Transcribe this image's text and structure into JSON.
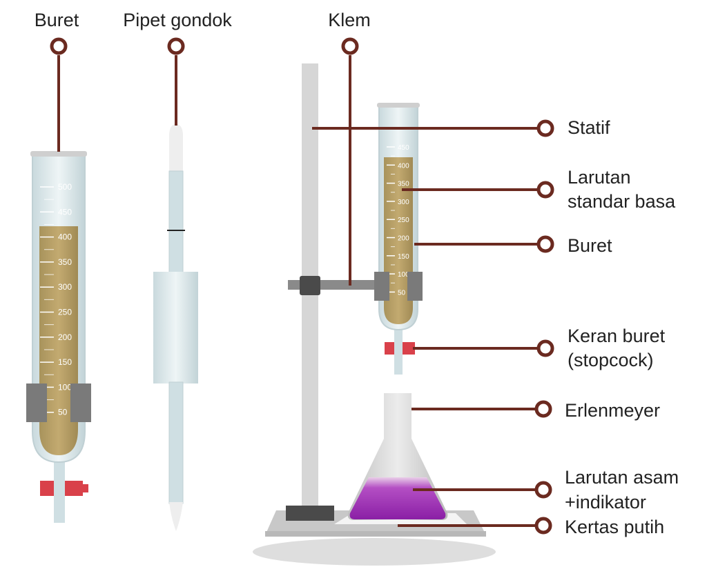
{
  "labels": {
    "buret_top": "Buret",
    "pipet": "Pipet gondok",
    "klem": "Klem",
    "statif": "Statif",
    "larutan_standar_1": "Larutan",
    "larutan_standar_2": "standar basa",
    "buret_right": "Buret",
    "keran_1": "Keran buret",
    "keran_2": "(stopcock)",
    "erlenmeyer": "Erlenmeyer",
    "asam_1": "Larutan asam",
    "asam_2": "+indikator",
    "kertas": "Kertas putih"
  },
  "buret_left_ticks": [
    "500",
    "450",
    "400",
    "350",
    "300",
    "250",
    "200",
    "150",
    "100",
    "50"
  ],
  "buret_right_ticks": [
    "450",
    "400",
    "350",
    "300",
    "250",
    "200",
    "150",
    "100",
    "50"
  ],
  "colors": {
    "pointer": "#6b2a20",
    "liquid": "#b39a5f",
    "glass": "#cfdfe3",
    "clamp": "#7a7a7a",
    "stopcock": "#d9414a",
    "indicator": "#9b2fb3",
    "stand": "#d6d6d6"
  }
}
